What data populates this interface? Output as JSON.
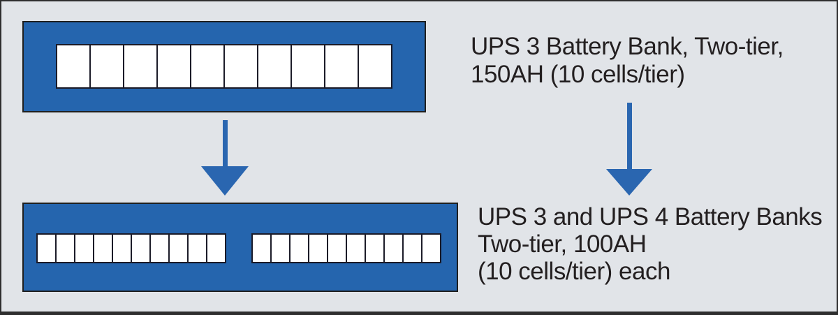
{
  "colors": {
    "background": "#e1e4e8",
    "frame_border": "#2e2e2e",
    "bank_blue": "#2565ae",
    "bank_outline": "#1f1f1f",
    "cell_fill": "#ffffff",
    "cell_border": "#1b1b28",
    "arrow_blue": "#2a66b0",
    "text": "#231f20"
  },
  "top_bank": {
    "cell_count": 10,
    "label_lines": {
      "0": "UPS 3 Battery Bank, Two-tier,",
      "1": "150AH (10 cells/tier)"
    }
  },
  "bottom_bank": {
    "cell_groups": {
      "0": 10,
      "1": 10
    },
    "label_lines": {
      "0": "UPS 3 and UPS 4 Battery Banks",
      "1": "Two-tier, 100AH",
      "2": "(10 cells/tier) each"
    }
  }
}
